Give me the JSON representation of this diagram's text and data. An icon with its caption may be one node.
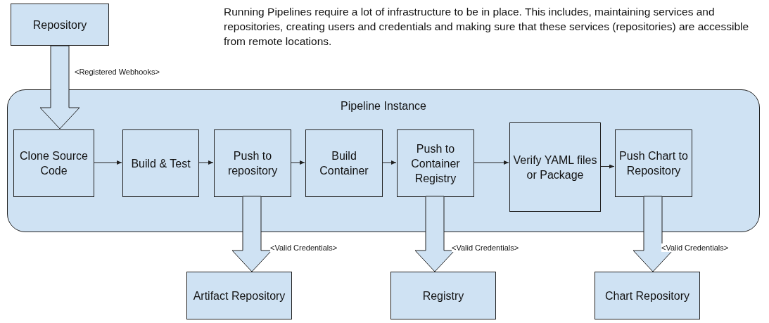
{
  "diagram": {
    "nodes": [
      {
        "text": [
          "Repository"
        ]
      },
      {
        "text": [
          "Pipeline Instance"
        ]
      },
      {
        "text": [
          "Clone Source Code"
        ],
        "in": 1
      },
      {
        "text": [
          "Build & Test"
        ],
        "in": 1
      },
      {
        "text": [
          "Push to repository"
        ],
        "in": 1
      },
      {
        "text": [
          "Build Container"
        ],
        "in": 1
      },
      {
        "text": [
          "Push to Container Registry"
        ],
        "in": 1
      },
      {
        "text": [
          "Verify YAML files or Package"
        ],
        "in": 1
      },
      {
        "text": [
          "Push Chart to Repository"
        ],
        "in": 1
      },
      {
        "text": [
          "Artifact Repository"
        ]
      },
      {
        "text": [
          "Registry"
        ]
      },
      {
        "text": [
          "Chart Repository"
        ]
      }
    ],
    "edges": [
      {
        "from": 0,
        "to": 2,
        "arrow": "to",
        "style": "thick",
        "label": "<Registered Webhooks>"
      },
      {
        "from": 2,
        "to": 3,
        "arrow": "to"
      },
      {
        "from": 3,
        "to": 4,
        "arrow": "to"
      },
      {
        "from": 4,
        "to": 5,
        "arrow": "to"
      },
      {
        "from": 5,
        "to": 6,
        "arrow": "to"
      },
      {
        "from": 6,
        "to": 7,
        "arrow": "to"
      },
      {
        "from": 7,
        "to": 8,
        "arrow": "to"
      },
      {
        "from": 4,
        "to": 9,
        "arrow": "to",
        "style": "thick",
        "label": "<Valid Credentials>"
      },
      {
        "from": 6,
        "to": 10,
        "arrow": "to",
        "style": "thick",
        "label": "<Valid Credentials>"
      },
      {
        "from": 8,
        "to": 11,
        "arrow": "to",
        "style": "thick",
        "label": "<Valid Credentials>"
      }
    ],
    "labels": [
      "Running Pipelines require a lot of infrastructure to be in place. This includes, maintaining services and repositories, creating users and credentials and making sure that these services (repositories) are accessible from remote locations."
    ]
  }
}
